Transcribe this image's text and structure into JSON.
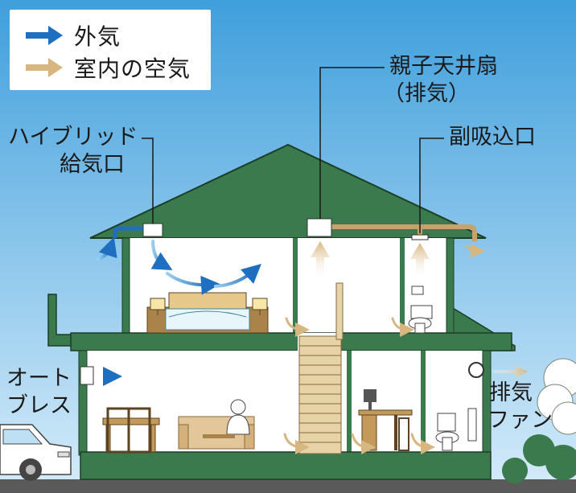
{
  "legend": {
    "outdoor_air": "外気",
    "indoor_air": "室内の空気"
  },
  "labels": {
    "hybrid_supply_line1": "ハイブリッド",
    "hybrid_supply_line2": "給気口",
    "ceiling_fan_line1": "親子天井扇",
    "ceiling_fan_line2": "（排気）",
    "sub_intake": "副吸込口",
    "auto_breath_line1": "オート",
    "auto_breath_line2": "ブレス",
    "exhaust_fan_line1": "排気",
    "exhaust_fan_line2": "ファン"
  },
  "colors": {
    "sky_top": "#4aa7e0",
    "sky_bottom": "#cfe9f8",
    "house_green": "#3b7a4c",
    "outdoor_air_arrow": "#1f6fc0",
    "indoor_air_arrow": "#d7b680",
    "duct_color": "#c9a26a"
  }
}
